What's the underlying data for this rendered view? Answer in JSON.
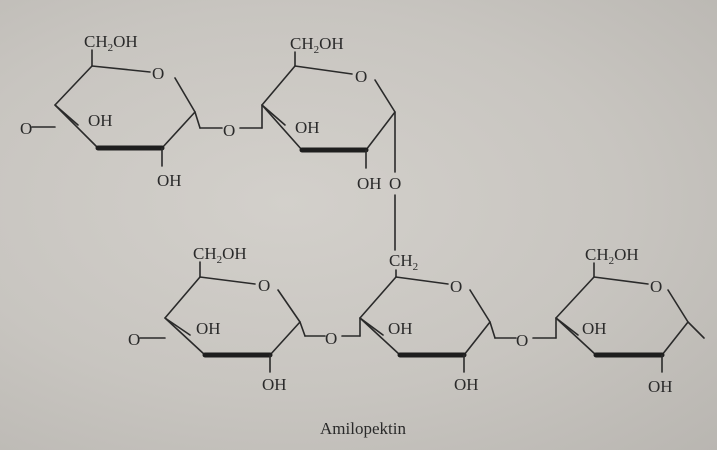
{
  "caption": "Amilopektin",
  "labels": {
    "ch2oh": "CH",
    "ch2oh_sub": "2",
    "ch2oh_tail": "OH",
    "ring_o": "O",
    "oh": "OH",
    "link_o": "O",
    "ch2": "CH",
    "ch2_sub": "2"
  },
  "diagram": {
    "type": "chemical-structure",
    "units": [
      "glucose",
      "glucose",
      "glucose",
      "glucose",
      "glucose"
    ],
    "linkages": [
      "α(1→4)",
      "α(1→6)",
      "α(1→4)",
      "α(1→4)"
    ]
  }
}
